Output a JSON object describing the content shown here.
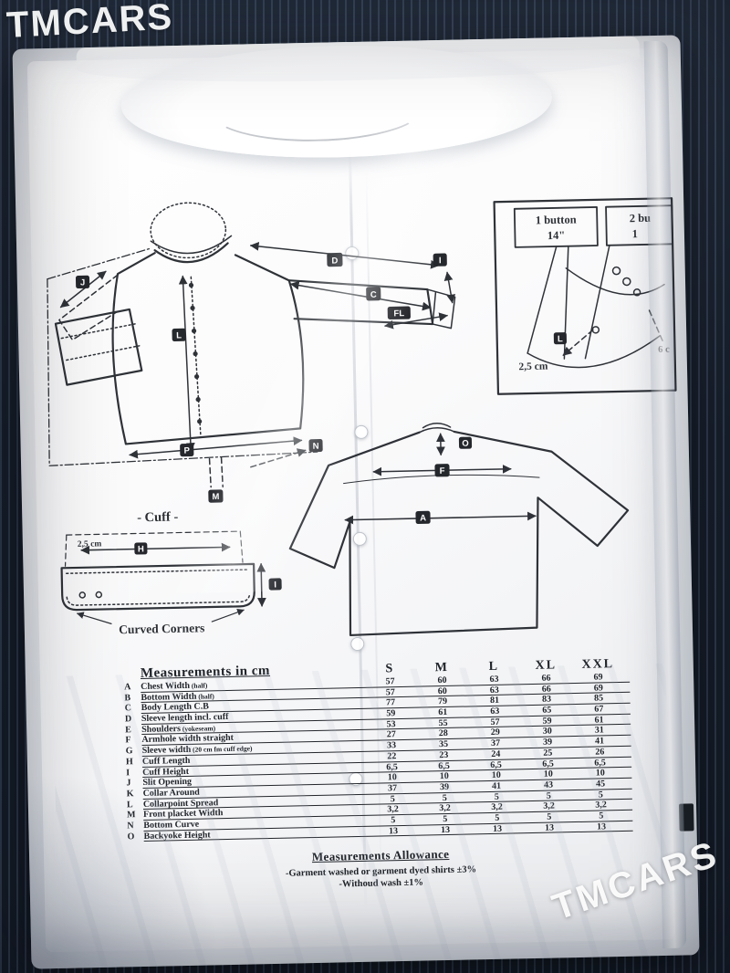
{
  "watermarks": {
    "top_left": "TMCARS",
    "bottom_right": "TMCARS"
  },
  "insert": {
    "front_labels": {
      "j": "J",
      "d": "D",
      "c": "C",
      "i": "I",
      "fl": "FL",
      "l": "L",
      "p": "P",
      "m": "M",
      "n": "N"
    },
    "collar_detail": {
      "box1_line1": "1 button",
      "box1_line2": "14\"",
      "box2_line1": "2 bu",
      "box2_line2": "1",
      "l": "L",
      "note": "2,5 cm",
      "right_note": "6 c"
    },
    "cuff": {
      "title": "- Cuff -",
      "note": "2,5 cm",
      "h": "H",
      "i": "I",
      "caption": "Curved Corners"
    },
    "back_labels": {
      "o": "O",
      "f": "F",
      "a": "A"
    },
    "table": {
      "title": "Measurements in cm",
      "size_columns": [
        "S",
        "M",
        "L",
        "XL",
        "XXL"
      ],
      "rows": [
        {
          "letter": "A",
          "name": "Chest Width",
          "note": "(half)",
          "values": [
            "57",
            "60",
            "63",
            "66",
            "69"
          ]
        },
        {
          "letter": "B",
          "name": "Bottom Width",
          "note": "(half)",
          "values": [
            "57",
            "60",
            "63",
            "66",
            "69"
          ]
        },
        {
          "letter": "C",
          "name": "Body Length C.B",
          "note": "",
          "values": [
            "77",
            "79",
            "81",
            "83",
            "85"
          ]
        },
        {
          "letter": "D",
          "name": "Sleeve length incl. cuff",
          "note": "",
          "values": [
            "59",
            "61",
            "63",
            "65",
            "67"
          ]
        },
        {
          "letter": "E",
          "name": "Shoulders",
          "note": "(yokeseam)",
          "values": [
            "53",
            "55",
            "57",
            "59",
            "61"
          ]
        },
        {
          "letter": "F",
          "name": "Armhole width straight",
          "note": "",
          "values": [
            "27",
            "28",
            "29",
            "30",
            "31"
          ]
        },
        {
          "letter": "G",
          "name": "Sleeve width",
          "note": "(20 cm fm cuff edge)",
          "values": [
            "33",
            "35",
            "37",
            "39",
            "41"
          ]
        },
        {
          "letter": "H",
          "name": "Cuff Length",
          "note": "",
          "values": [
            "22",
            "23",
            "24",
            "25",
            "26"
          ]
        },
        {
          "letter": "I",
          "name": "Cuff Height",
          "note": "",
          "values": [
            "6,5",
            "6,5",
            "6,5",
            "6,5",
            "6,5"
          ]
        },
        {
          "letter": "J",
          "name": "Slit Opening",
          "note": "",
          "values": [
            "10",
            "10",
            "10",
            "10",
            "10"
          ]
        },
        {
          "letter": "K",
          "name": "Collar Around",
          "note": "",
          "values": [
            "37",
            "39",
            "41",
            "43",
            "45"
          ]
        },
        {
          "letter": "L",
          "name": "Collarpoint Spread",
          "note": "",
          "values": [
            "5",
            "5",
            "5",
            "5",
            "5"
          ]
        },
        {
          "letter": "M",
          "name": "Front placket Width",
          "note": "",
          "values": [
            "3,2",
            "3,2",
            "3,2",
            "3,2",
            "3,2"
          ]
        },
        {
          "letter": "N",
          "name": "Bottom Curve",
          "note": "",
          "values": [
            "5",
            "5",
            "5",
            "5",
            "5"
          ]
        },
        {
          "letter": "O",
          "name": "Backyoke Height",
          "note": "",
          "values": [
            "13",
            "13",
            "13",
            "13",
            "13"
          ]
        }
      ]
    },
    "allowance": {
      "title": "Measurements Allowance",
      "line1": "-Garment washed or garment dyed shirts ±3%",
      "line2": "-Withoud wash ±1%"
    }
  },
  "colors": {
    "ink": "#20242a",
    "bag": "#f4f5f7",
    "background": "#1d2633",
    "watermark": "#ffffff"
  }
}
